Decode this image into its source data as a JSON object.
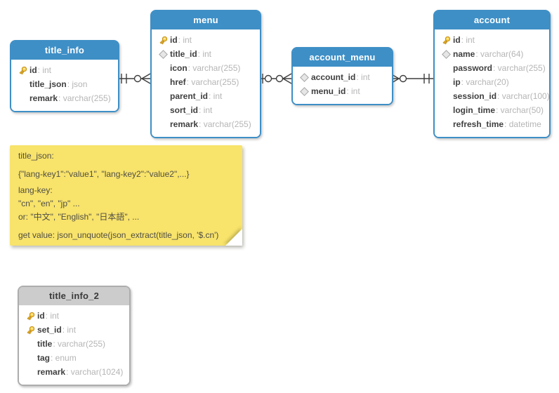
{
  "diagram": {
    "tables": [
      {
        "name": "title_info",
        "variant": "blue",
        "fields": [
          {
            "icon": "key",
            "name": "id",
            "type": "int"
          },
          {
            "icon": "none",
            "name": "title_json",
            "type": "json"
          },
          {
            "icon": "none",
            "name": "remark",
            "type": "varchar(255)"
          }
        ]
      },
      {
        "name": "menu",
        "variant": "blue",
        "fields": [
          {
            "icon": "key",
            "name": "id",
            "type": "int"
          },
          {
            "icon": "diamond",
            "name": "title_id",
            "type": "int"
          },
          {
            "icon": "none",
            "name": "icon",
            "type": "varchar(255)"
          },
          {
            "icon": "none",
            "name": "href",
            "type": "varchar(255)"
          },
          {
            "icon": "none",
            "name": "parent_id",
            "type": "int"
          },
          {
            "icon": "none",
            "name": "sort_id",
            "type": "int"
          },
          {
            "icon": "none",
            "name": "remark",
            "type": "varchar(255)"
          }
        ]
      },
      {
        "name": "account_menu",
        "variant": "blue",
        "fields": [
          {
            "icon": "diamond",
            "name": "account_id",
            "type": "int"
          },
          {
            "icon": "diamond",
            "name": "menu_id",
            "type": "int"
          }
        ]
      },
      {
        "name": "account",
        "variant": "blue",
        "fields": [
          {
            "icon": "key",
            "name": "id",
            "type": "int"
          },
          {
            "icon": "diamond",
            "name": "name",
            "type": "varchar(64)"
          },
          {
            "icon": "none",
            "name": "password",
            "type": "varchar(255)"
          },
          {
            "icon": "none",
            "name": "ip",
            "type": "varchar(20)"
          },
          {
            "icon": "none",
            "name": "session_id",
            "type": "varchar(100)"
          },
          {
            "icon": "none",
            "name": "login_time",
            "type": "varchar(50)"
          },
          {
            "icon": "none",
            "name": "refresh_time",
            "type": "datetime"
          }
        ]
      },
      {
        "name": "title_info_2",
        "variant": "gray",
        "fields": [
          {
            "icon": "key",
            "name": "id",
            "type": "int"
          },
          {
            "icon": "key",
            "name": "set_id",
            "type": "int"
          },
          {
            "icon": "none",
            "name": "title",
            "type": "varchar(255)"
          },
          {
            "icon": "none",
            "name": "tag",
            "type": "enum"
          },
          {
            "icon": "none",
            "name": "remark",
            "type": "varchar(1024)"
          }
        ]
      }
    ],
    "note": {
      "lines": [
        "title_json:",
        "{\"lang-key1\":\"value1\", \"lang-key2\":\"value2\",...}",
        "lang-key:",
        "\"cn\", \"en\", \"jp\" ...",
        "or: \"中文\", \"English\", \"日本語\", ...",
        "get value: json_unquote(json_extract(title_json, '$.cn')"
      ]
    },
    "relationships": [
      {
        "from": "title_info",
        "to": "menu",
        "from_cardinality": "one-and-only-one",
        "to_cardinality": "zero-or-many"
      },
      {
        "from": "menu",
        "to": "account_menu",
        "from_cardinality": "one-or-zero",
        "to_cardinality": "zero-or-many"
      },
      {
        "from": "account_menu",
        "to": "account",
        "from_cardinality": "zero-or-many",
        "to_cardinality": "one-and-only-one"
      }
    ],
    "colors": {
      "table_header_blue": "#3E8FC6",
      "table_header_gray": "#CCCCCC",
      "note_background": "#F8E36B",
      "key_icon_gold": "#EFBE35",
      "relationship_line": "#3D3D3D"
    }
  }
}
